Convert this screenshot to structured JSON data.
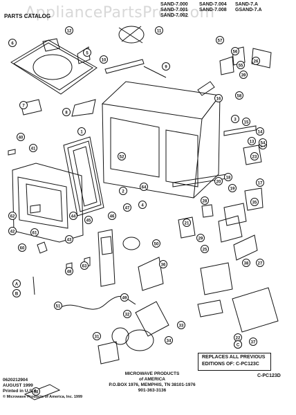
{
  "watermark": "AppliancePartsPros.com",
  "header": {
    "title": "PARTS CATALOG",
    "models": [
      [
        "SAND-7.000",
        "SAND-7.004",
        "SAND-7.A"
      ],
      [
        "SAND-7.001",
        "SAND-7.008",
        "GSAND-7.A"
      ],
      [
        "SAND-7.002",
        "",
        ""
      ]
    ]
  },
  "callouts": [
    "1",
    "2",
    "3",
    "4",
    "5",
    "6",
    "7",
    "8",
    "9",
    "10",
    "11",
    "12",
    "13",
    "14",
    "15",
    "16",
    "17",
    "18",
    "19",
    "20",
    "21",
    "22",
    "23",
    "24",
    "25",
    "26",
    "27",
    "28",
    "29",
    "30",
    "31",
    "32",
    "33",
    "34",
    "35",
    "36",
    "37",
    "38",
    "39",
    "40",
    "41",
    "42",
    "43",
    "44",
    "45",
    "46",
    "47",
    "48",
    "49",
    "50",
    "51",
    "52",
    "53",
    "54",
    "55",
    "56",
    "57",
    "58",
    "60",
    "61",
    "62",
    "63",
    "64",
    "A",
    "B",
    "C"
  ],
  "replaces": {
    "line1": "REPLACES ALL PREVIOUS",
    "line2": "EDITIONS OF:  C-PC123C"
  },
  "footer": {
    "left": [
      "0620212904",
      "AUGUST 1999",
      "Printed in U.S.A"
    ],
    "copyright": "© Microwave Products of America, Inc. 1999",
    "center": [
      "MICROWAVE PRODUCTS",
      "of AMERICA",
      "P.O.BOX 1976, MEMPHIS, TN 38101-1976",
      "901-363-3136"
    ],
    "right": "C-PC123D"
  },
  "colors": {
    "ink": "#111111",
    "paper": "#ffffff",
    "watermark": "#d8d8d8"
  }
}
